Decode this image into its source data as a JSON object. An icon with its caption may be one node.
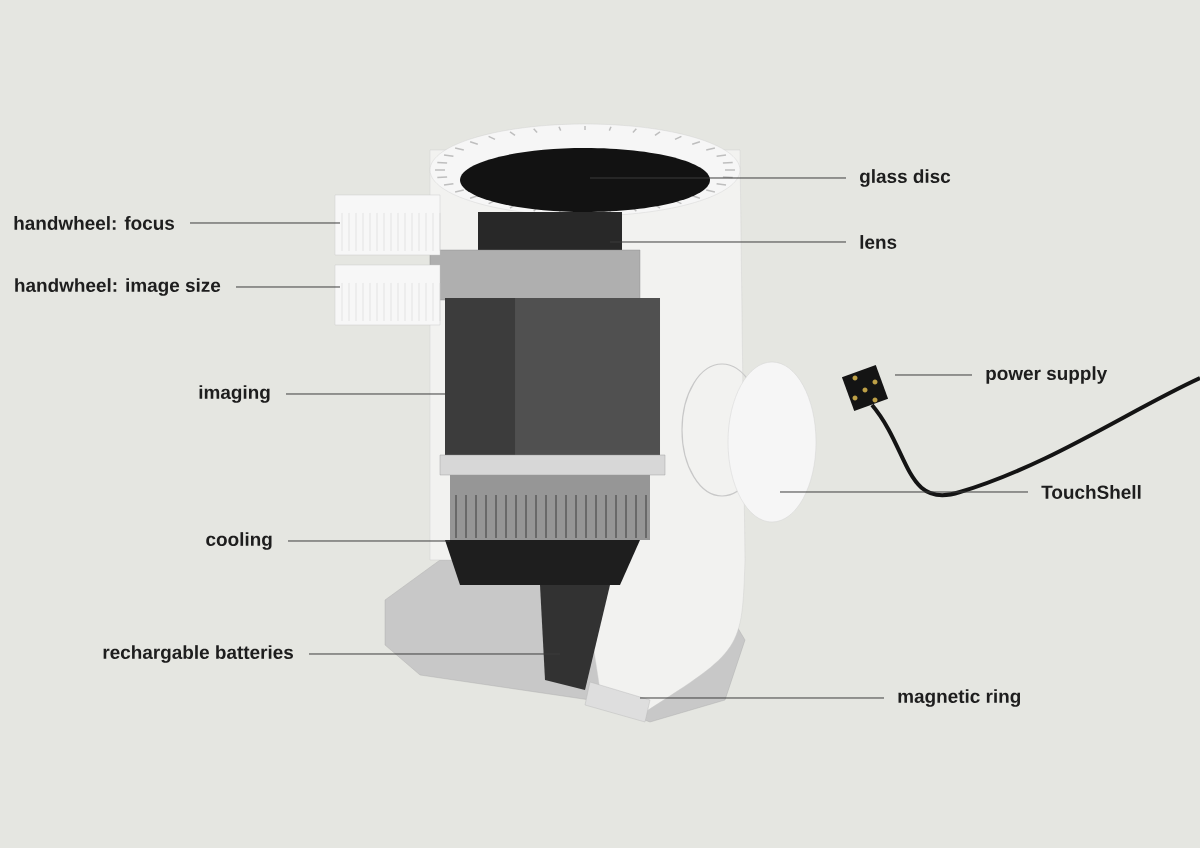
{
  "diagram": {
    "nodes": [
      {
        "text": [
          "glass disc"
        ]
      },
      {
        "text": [
          "handwheel: focus"
        ]
      },
      {
        "text": [
          "lens"
        ]
      },
      {
        "text": [
          "handwheel: image size"
        ]
      },
      {
        "text": [
          "power supply"
        ]
      },
      {
        "text": [
          "imaging"
        ]
      },
      {
        "text": [
          "TouchShell"
        ]
      },
      {
        "text": [
          "cooling"
        ]
      },
      {
        "text": [
          "rechargable batteries"
        ]
      },
      {
        "text": [
          "magnetic ring"
        ]
      }
    ],
    "edges": [
      {
        "from": 0,
        "to": null,
        "arrow": "none"
      },
      {
        "from": 1,
        "to": null,
        "arrow": "none"
      },
      {
        "from": 2,
        "to": null,
        "arrow": "none"
      },
      {
        "from": 3,
        "to": null,
        "arrow": "none"
      },
      {
        "from": 4,
        "to": null,
        "arrow": "none"
      },
      {
        "from": 5,
        "to": null,
        "arrow": "none"
      },
      {
        "from": 6,
        "to": null,
        "arrow": "none"
      },
      {
        "from": 7,
        "to": null,
        "arrow": "none"
      },
      {
        "from": 8,
        "to": null,
        "arrow": "none"
      },
      {
        "from": 9,
        "to": null,
        "arrow": "none"
      }
    ]
  }
}
